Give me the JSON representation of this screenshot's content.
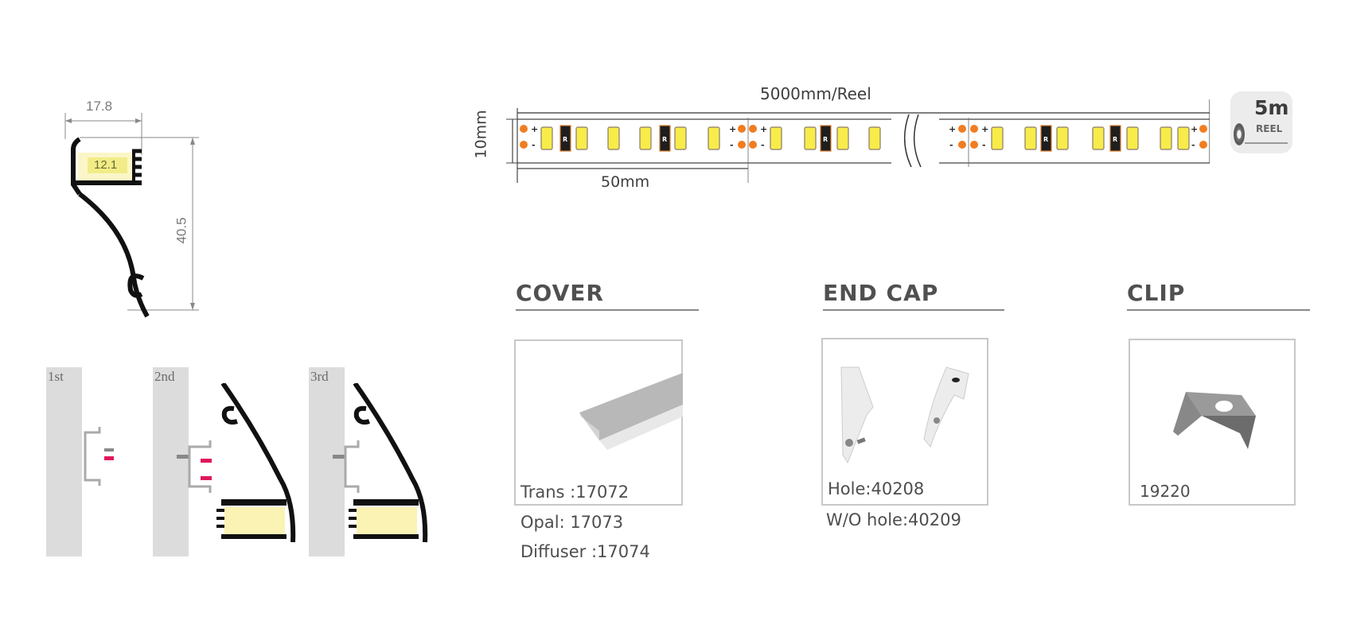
{
  "profile_drawing": {
    "width_label": "17.8",
    "inner_label": "12.1",
    "height_label": "40.5"
  },
  "installation_steps": [
    {
      "label": "1st"
    },
    {
      "label": "2nd"
    },
    {
      "label": "3rd"
    }
  ],
  "led_strip": {
    "length_label": "5000mm/Reel",
    "width_label": "10mm",
    "cut_label": "50mm",
    "resistor_marking": "R",
    "plus_sign": "+",
    "minus_sign": "-",
    "colors": {
      "led": "#f8ec4a",
      "pad": "#f07d22",
      "resistor": "#1e1e1e",
      "strip_border": "#505050"
    }
  },
  "reel_badge": {
    "value": "5m",
    "label": "REEL"
  },
  "accessories": {
    "cover": {
      "title": "COVER",
      "codes": [
        "Trans :17072",
        "Opal:  17073",
        "Diffuser :17074"
      ]
    },
    "end_cap": {
      "title": "END CAP",
      "codes": [
        "Hole:40208",
        "W/O hole:40209"
      ]
    },
    "clip": {
      "title": "CLIP",
      "codes": [
        "19220"
      ]
    }
  }
}
